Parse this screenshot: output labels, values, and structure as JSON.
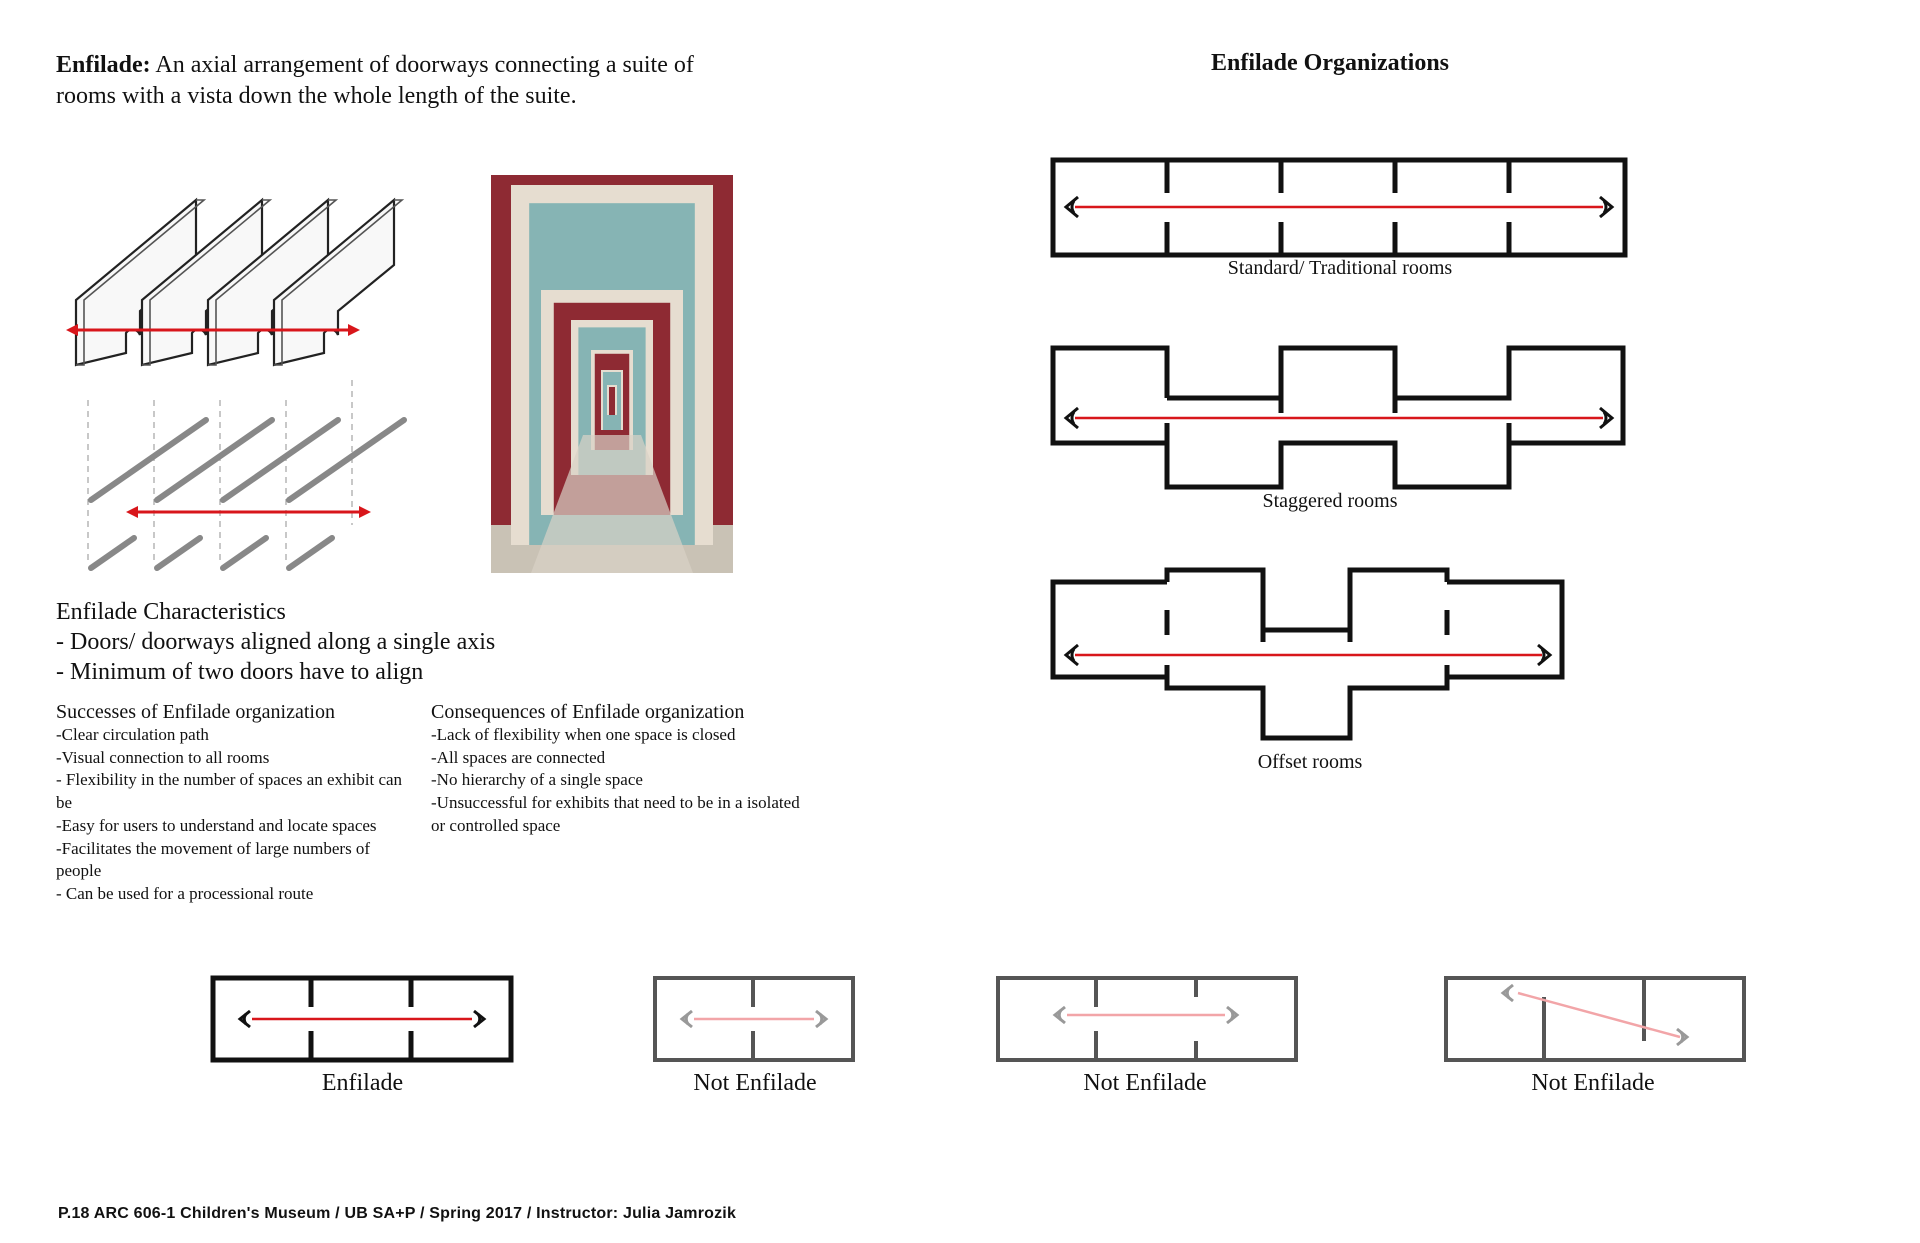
{
  "definition": {
    "term": "Enfilade:",
    "text": " An axial arrangement of doorways connecting a suite of rooms with a vista down the whole length of the suite."
  },
  "organizations": {
    "title": "Enfilade Organizations",
    "diagrams": [
      {
        "label": "Standard/ Traditional rooms"
      },
      {
        "label": "Staggered rooms"
      },
      {
        "label": "Offset rooms"
      }
    ]
  },
  "characteristics": {
    "title": "Enfilade Characteristics",
    "items": [
      "- Doors/ doorways aligned along a single axis",
      "- Minimum of two doors have to align"
    ]
  },
  "successes": {
    "title": "Successes of Enfilade organization",
    "items": [
      "-Clear circulation path",
      "-Visual connection to all rooms",
      "- Flexibility in the number of spaces an exhibit can be",
      "-Easy for users to understand and locate spaces",
      "-Facilitates the movement of large numbers of people",
      "- Can be used for a processional route"
    ]
  },
  "consequences": {
    "title": "Consequences of Enfilade organization",
    "items": [
      "-Lack of flexibility when one space is closed",
      "-All spaces are connected",
      "-No hierarchy of a single space",
      "-Unsuccessful for exhibits that need to be in a isolated or controlled space"
    ]
  },
  "comparison": [
    {
      "label": "Enfilade"
    },
    {
      "label": "Not Enfilade"
    },
    {
      "label": "Not Enfilade"
    },
    {
      "label": "Not Enfilade"
    }
  ],
  "footer": "P.18 ARC 606-1 Children's Museum / UB SA+P / Spring 2017 / Instructor: Julia Jamrozik",
  "colors": {
    "axis_red": "#d8161b",
    "axis_faded": "#f2a5a8",
    "wall": "#111111",
    "wall_grey": "#555555",
    "photo_red": "#8e2a33",
    "photo_teal": "#86b4b4"
  }
}
